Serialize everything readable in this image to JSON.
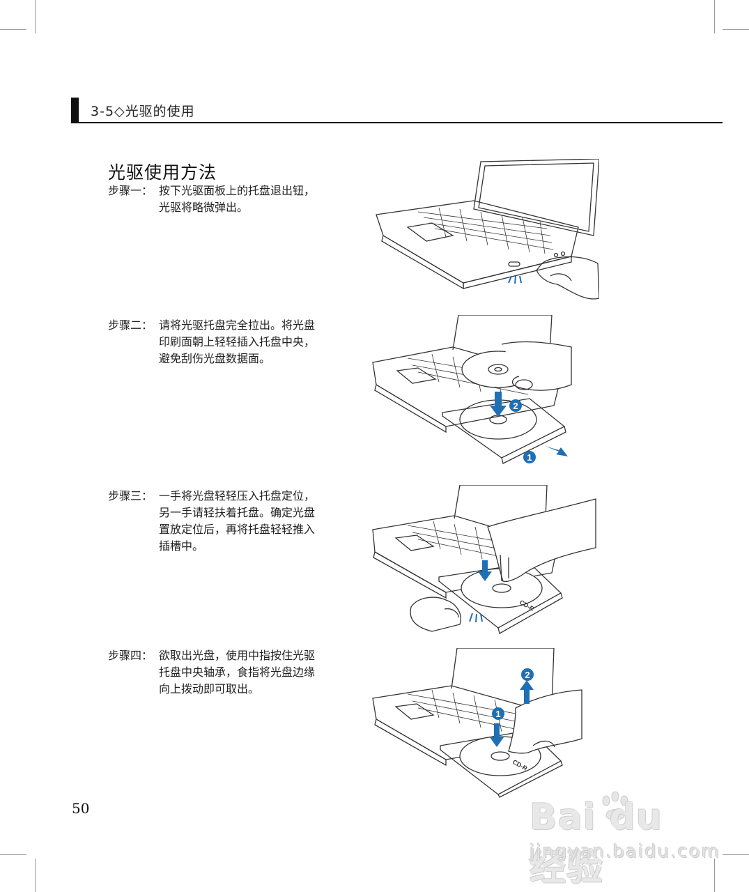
{
  "header": {
    "title": "3-5◇光驱的使用"
  },
  "section": {
    "title": "光驱使用方法"
  },
  "steps": [
    {
      "label": "步骤一：",
      "lines": [
        "按下光驱面板上的托盘退出钮，",
        "光驱将略微弹出。"
      ]
    },
    {
      "label": "步骤二：",
      "lines": [
        "请将光驱托盘完全拉出。将光盘",
        "印刷面朝上轻轻插入托盘中央，",
        "避免刮伤光盘数据面。"
      ]
    },
    {
      "label": "步骤三：",
      "lines": [
        "一手将光盘轻轻压入托盘定位，",
        "另一手请轻扶着托盘。确定光盘",
        "置放定位后，再将托盘轻轻推入",
        "插槽中。"
      ]
    },
    {
      "label": "步骤四：",
      "lines": [
        "欲取出光盘，使用中指按住光驱",
        "托盘中央轴承，食指将光盘边缘",
        "向上拨动即可取出。"
      ]
    }
  ],
  "illustrations": {
    "step2": {
      "marker1": "1",
      "marker2": "2"
    },
    "step3": {
      "disc_label": "CD-R"
    },
    "step4": {
      "marker1": "1",
      "marker2": "2",
      "disc_label": "CD-R"
    }
  },
  "footer": {
    "page_number": "50"
  },
  "watermark": {
    "brand": "Bai du 经验",
    "url": "jingyan.baidu.com"
  },
  "colors": {
    "accent_blue": "#1f6fb5",
    "line": "#333333"
  }
}
